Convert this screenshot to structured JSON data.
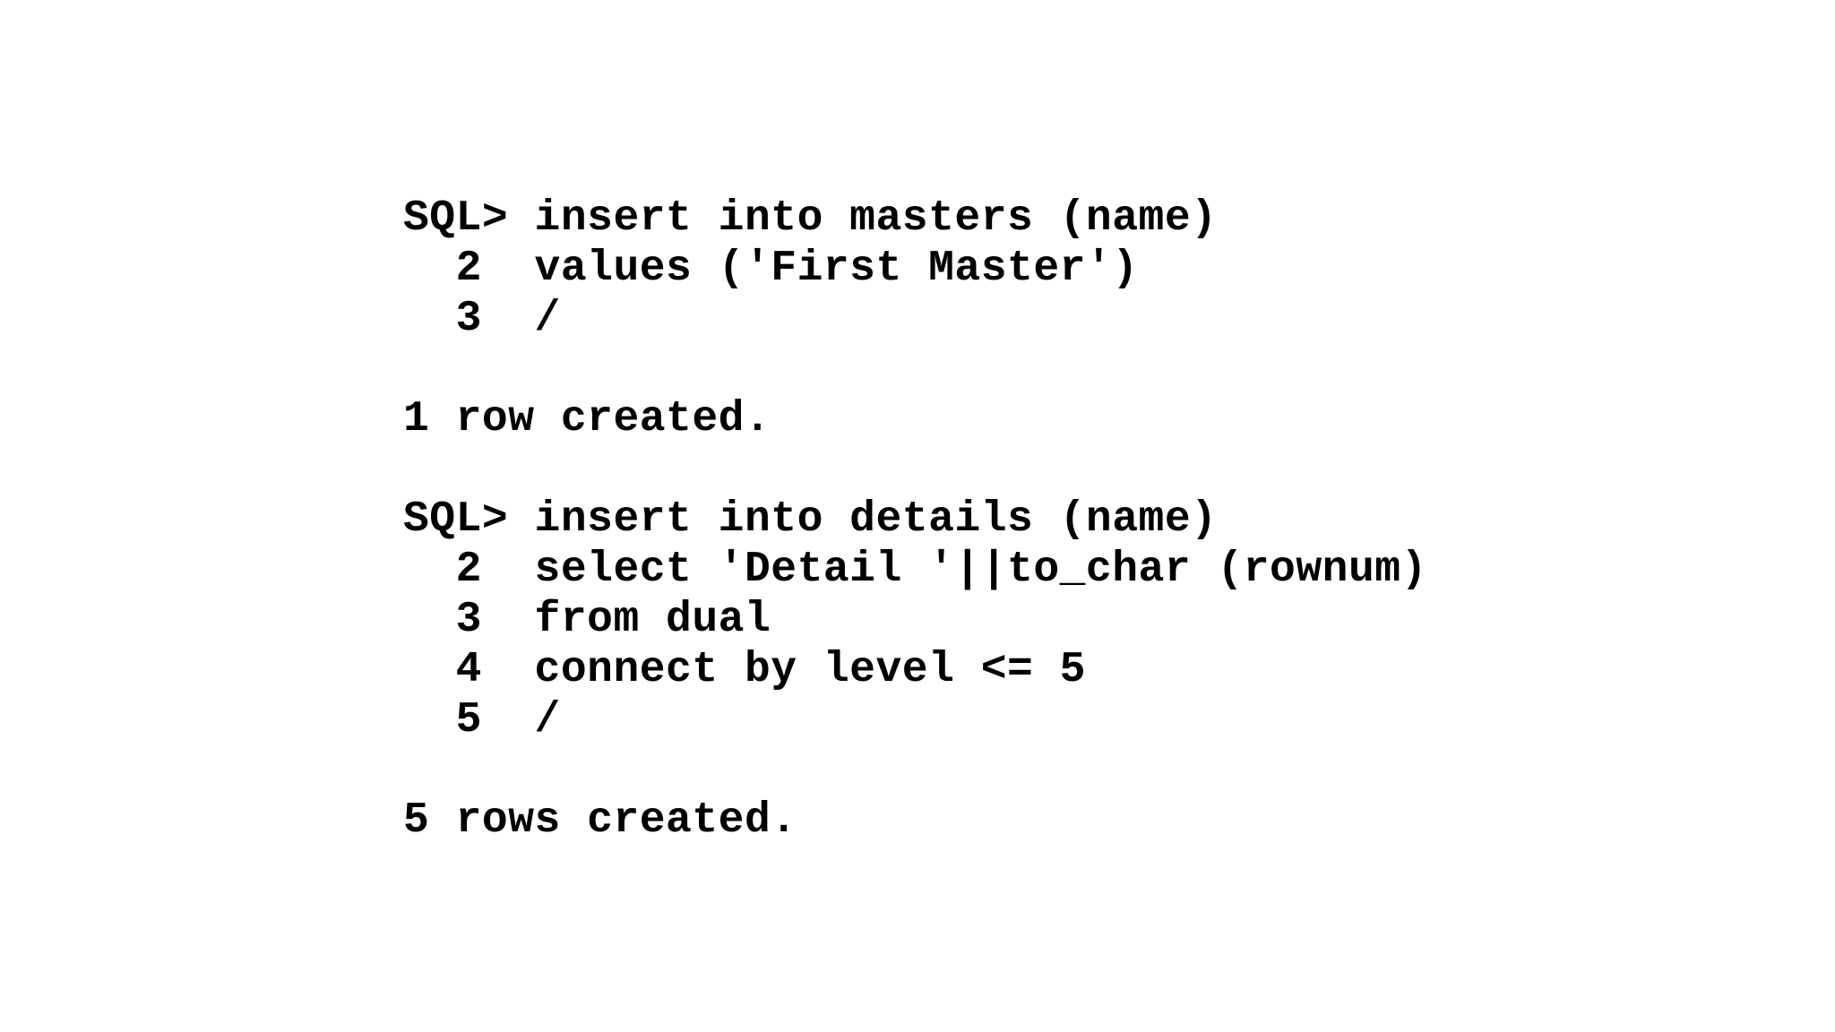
{
  "page": {
    "background_color": "#ffffff",
    "text_color": "#000000"
  },
  "session": {
    "app": "SQL*Plus console output",
    "prompt": "SQL>",
    "lines": [
      "SQL> insert into masters (name)",
      "  2  values ('First Master')",
      "  3  /",
      "",
      "1 row created.",
      "",
      "SQL> insert into details (name)",
      "  2  select 'Detail '||to_char (rownum)",
      "  3  from dual",
      "  4  connect by level <= 5",
      "  5  /",
      "",
      "5 rows created."
    ],
    "statements": [
      {
        "sql": "insert into masters (name) values ('First Master')",
        "result": "1 row created."
      },
      {
        "sql": "insert into details (name) select 'Detail '||to_char (rownum) from dual connect by level <= 5",
        "result": "5 rows created."
      }
    ]
  }
}
